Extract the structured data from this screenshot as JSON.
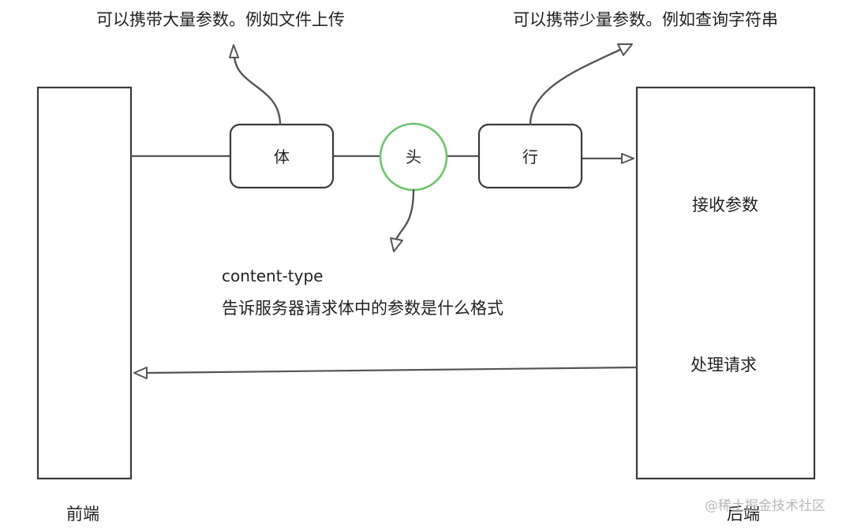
{
  "annotations": {
    "body_note": "可以携带大量参数。例如文件上传",
    "line_note": "可以携带少量参数。例如查询字符串",
    "content_type_label": "content-type",
    "content_type_desc": "告诉服务器请求体中的参数是什么格式"
  },
  "nodes": {
    "frontend": "前端",
    "backend": "后端",
    "body": "体",
    "header": "头",
    "request_line": "行",
    "receive_params": "接收参数",
    "process_request": "处理请求"
  },
  "colors": {
    "header_circle": "#6cc46c"
  },
  "watermark": "@稀土掘金技术社区"
}
